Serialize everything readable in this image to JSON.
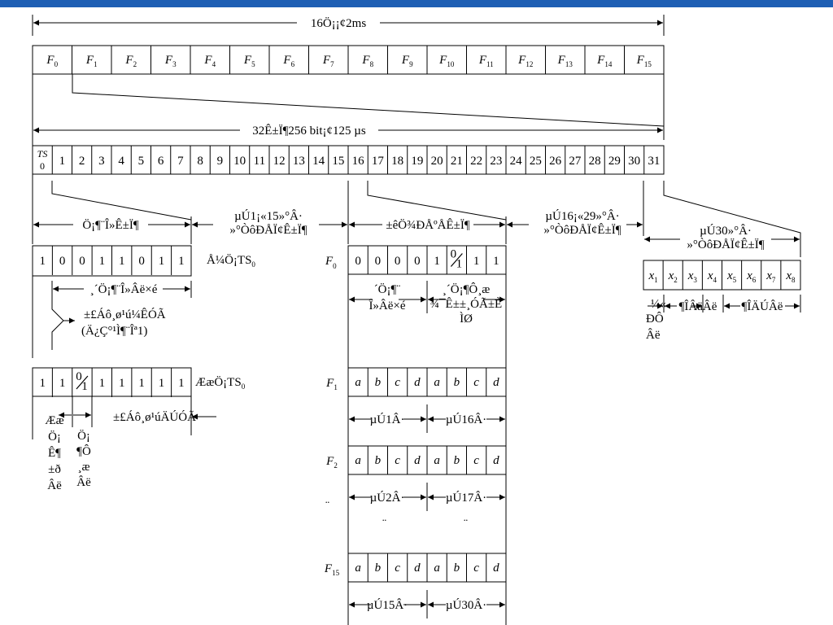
{
  "header_bar_color": "#1e5fb4",
  "multiframe": {
    "length_label": "16Ö¡¡¢2ms",
    "frames": [
      {
        "base": "F",
        "sub": "0"
      },
      {
        "base": "F",
        "sub": "1"
      },
      {
        "base": "F",
        "sub": "2"
      },
      {
        "base": "F",
        "sub": "3"
      },
      {
        "base": "F",
        "sub": "4"
      },
      {
        "base": "F",
        "sub": "5"
      },
      {
        "base": "F",
        "sub": "6"
      },
      {
        "base": "F",
        "sub": "7"
      },
      {
        "base": "F",
        "sub": "8"
      },
      {
        "base": "F",
        "sub": "9"
      },
      {
        "base": "F",
        "sub": "10"
      },
      {
        "base": "F",
        "sub": "11"
      },
      {
        "base": "F",
        "sub": "12"
      },
      {
        "base": "F",
        "sub": "13"
      },
      {
        "base": "F",
        "sub": "14"
      },
      {
        "base": "F",
        "sub": "15"
      }
    ]
  },
  "frame": {
    "length_label": "32Ê±Ï¶256 bit¡¢125 µs",
    "ts0_top": "TS",
    "ts0_bottom": "0",
    "slots": [
      "1",
      "2",
      "3",
      "4",
      "5",
      "6",
      "7",
      "8",
      "9",
      "10",
      "11",
      "12",
      "13",
      "14",
      "15",
      "16",
      "17",
      "18",
      "19",
      "20",
      "21",
      "22",
      "23",
      "24",
      "25",
      "26",
      "27",
      "28",
      "29",
      "30",
      "31"
    ]
  },
  "section_labels": {
    "sync_slot": "Ö¡¶¨Î»Ê±Ï¶",
    "slots_1_15": [
      "µÚ1¡«15»°Â·",
      "»°ÒôÐÅÏ¢Ê±Ï¶"
    ],
    "signaling_slot": "±êÖ¾ÐÅºÅÊ±Ï¶",
    "slots_16_29": [
      "µÚ16¡«29»°Â·",
      "»°ÒôÐÅÏ¢Ê±Ï¶"
    ],
    "slot_30": [
      "µÚ30»°Â·",
      "»°ÒôÐÅÏ¢Ê±Ï¶"
    ]
  },
  "ts0_even": {
    "bits": [
      "1",
      "0",
      "0",
      "1",
      "1",
      "0",
      "1",
      "1"
    ],
    "label": "Å¼Ö¡TS",
    "label_sub": "0",
    "sync_code_label": "¸´Ö¡¶¨Î»Âë×é",
    "reserve_lines": [
      "±£Áô¸ø¹ú¼ÊÓÃ",
      "(Ä¿Ç°¹Ì¶¨Îª1)"
    ]
  },
  "ts0_odd": {
    "bits": [
      "1",
      "1",
      "0/1",
      "1",
      "1",
      "1",
      "1",
      "1"
    ],
    "label": "ÆæÖ¡TS",
    "label_sub": "0",
    "alarm_label": [
      "Ææ",
      "Ö¡",
      "Ê¶",
      "±ð",
      "Âë"
    ],
    "loss_label": [
      "Ö¡",
      "¶Ô",
      "¸æ",
      "Âë"
    ],
    "reserve_label": "±£Áô¸ø¹úÄÚÓÃ"
  },
  "ts16": {
    "f0_label": {
      "base": "F",
      "sub": "0"
    },
    "f0_bits": [
      "0",
      "0",
      "0",
      "0",
      "1",
      "0/1",
      "1",
      "1"
    ],
    "f0_annot_left": [
      "´Ö¡¶¨",
      "Î»Âë×é"
    ],
    "f0_annot_right": [
      "¸´Ö¡¶Ô¸æ",
      "¾¯Ê±±¸ÓÃ±È",
      "ÌØ"
    ],
    "sub_frames": [
      {
        "base": "F",
        "sub": "1",
        "bits": [
          "a",
          "b",
          "c",
          "d",
          "a",
          "b",
          "c",
          "d"
        ],
        "left": "µÚ1Â·",
        "right": "µÚ16Â·"
      },
      {
        "base": "F",
        "sub": "2",
        "bits": [
          "a",
          "b",
          "c",
          "d",
          "a",
          "b",
          "c",
          "d"
        ],
        "left": "µÚ2Â·",
        "right": "µÚ17Â·"
      },
      {
        "base": "F",
        "sub": "15",
        "bits": [
          "a",
          "b",
          "c",
          "d",
          "a",
          "b",
          "c",
          "d"
        ],
        "left": "µÚ15Â·",
        "right": "µÚ30Â·"
      }
    ],
    "ellipsis": "¨"
  },
  "ts31": {
    "bits": [
      "x1",
      "x2",
      "x3",
      "x4",
      "x5",
      "x6",
      "x7",
      "x8"
    ],
    "bit_labels": [
      {
        "base": "x",
        "sub": "1"
      },
      {
        "base": "x",
        "sub": "2"
      },
      {
        "base": "x",
        "sub": "3"
      },
      {
        "base": "x",
        "sub": "4"
      },
      {
        "base": "x",
        "sub": "5"
      },
      {
        "base": "x",
        "sub": "6"
      },
      {
        "base": "x",
        "sub": "7"
      },
      {
        "base": "x",
        "sub": "8"
      }
    ],
    "polarity_label": [
      "¼«",
      "ÐÔ",
      "Âë"
    ],
    "seg_label": "¶ÎÂäÂë",
    "level_label": "¶ÎÄÚÂë"
  }
}
